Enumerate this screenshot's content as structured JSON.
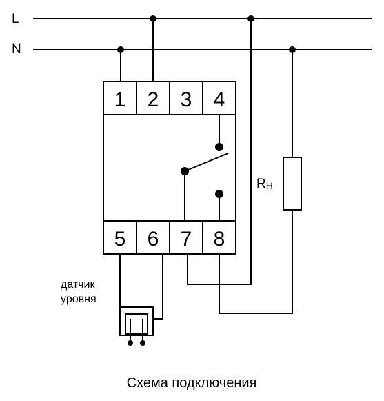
{
  "lines": {
    "phase": "L",
    "neutral": "N"
  },
  "terminals": {
    "top": [
      "1",
      "2",
      "3",
      "4"
    ],
    "bottom": [
      "5",
      "6",
      "7",
      "8"
    ]
  },
  "load": {
    "label_main": "R",
    "label_sub": "Н"
  },
  "sensor": {
    "label_line1": "датчик",
    "label_line2": "уровня"
  },
  "caption": "Схема подключения"
}
